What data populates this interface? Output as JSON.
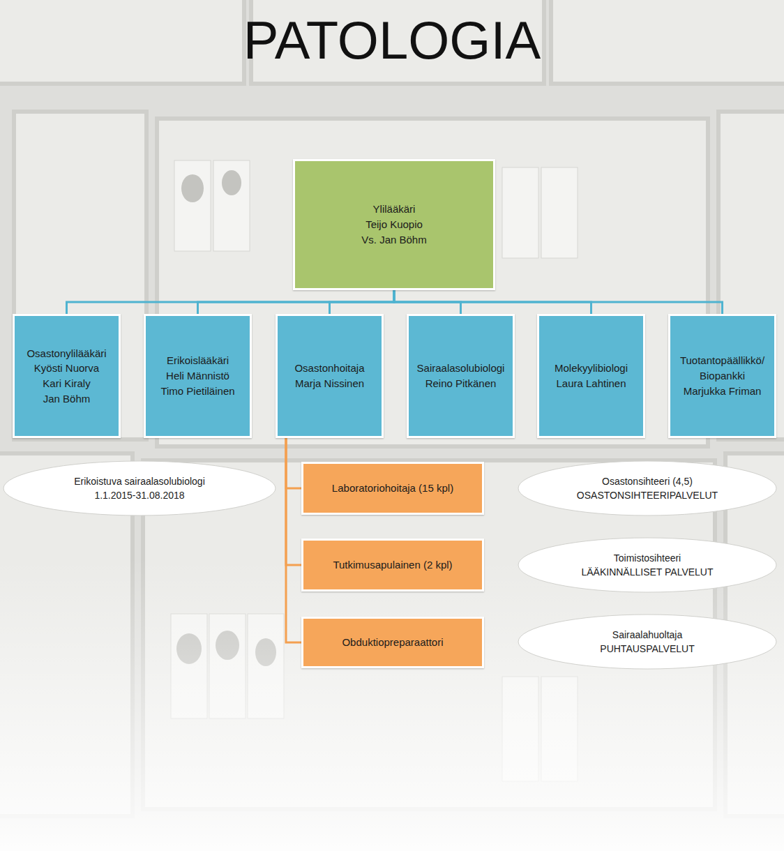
{
  "diagram": {
    "title": "PATOLOGIA",
    "nodes": [
      {
        "text": [
          "Ylilääkäri",
          "Teijo Kuopio",
          "Vs. Jan Böhm"
        ]
      },
      {
        "text": [
          "Osastonylilääkäri",
          "Kyösti Nuorva",
          "Kari Kiraly",
          "Jan Böhm"
        ]
      },
      {
        "text": [
          "Erikoislääkäri",
          "Heli Männistö",
          "Timo Pietiläinen"
        ]
      },
      {
        "text": [
          "Osastonhoitaja",
          "Marja Nissinen"
        ]
      },
      {
        "text": [
          "Sairaalasolubiologi",
          "Reino Pitkänen"
        ]
      },
      {
        "text": [
          "Molekyylibiologi",
          "Laura Lahtinen"
        ]
      },
      {
        "text": [
          "Tuotantopäällikkö/ Biopankki",
          "Marjukka Friman"
        ]
      },
      {
        "text": [
          "Erikoistuva sairaalasolubiologi",
          "1.1.2015-31.08.2018"
        ]
      },
      {
        "text": [
          "Laboratoriohoitaja (15 kpl)"
        ]
      },
      {
        "text": [
          "Osastonsihteeri (4,5)",
          "OSASTONSIHTEERIPALVELUT"
        ]
      },
      {
        "text": [
          "Tutkimusapulainen (2 kpl)"
        ]
      },
      {
        "text": [
          "Toimistosihteeri",
          "LÄÄKINNÄLLISET PALVELUT"
        ]
      },
      {
        "text": [
          "Obduktiopreparaattori"
        ]
      },
      {
        "text": [
          "Sairaalahuoltaja",
          "PUHTAUSPALVELUT"
        ]
      }
    ],
    "edges": [
      {
        "from": 0,
        "to": 1,
        "arrow": "none"
      },
      {
        "from": 0,
        "to": 2,
        "arrow": "none"
      },
      {
        "from": 0,
        "to": 3,
        "arrow": "none"
      },
      {
        "from": 0,
        "to": 4,
        "arrow": "none"
      },
      {
        "from": 0,
        "to": 5,
        "arrow": "none"
      },
      {
        "from": 0,
        "to": 6,
        "arrow": "none"
      },
      {
        "from": 3,
        "to": 8,
        "arrow": "none"
      },
      {
        "from": 3,
        "to": 10,
        "arrow": "none"
      },
      {
        "from": 3,
        "to": 12,
        "arrow": "none"
      }
    ]
  }
}
